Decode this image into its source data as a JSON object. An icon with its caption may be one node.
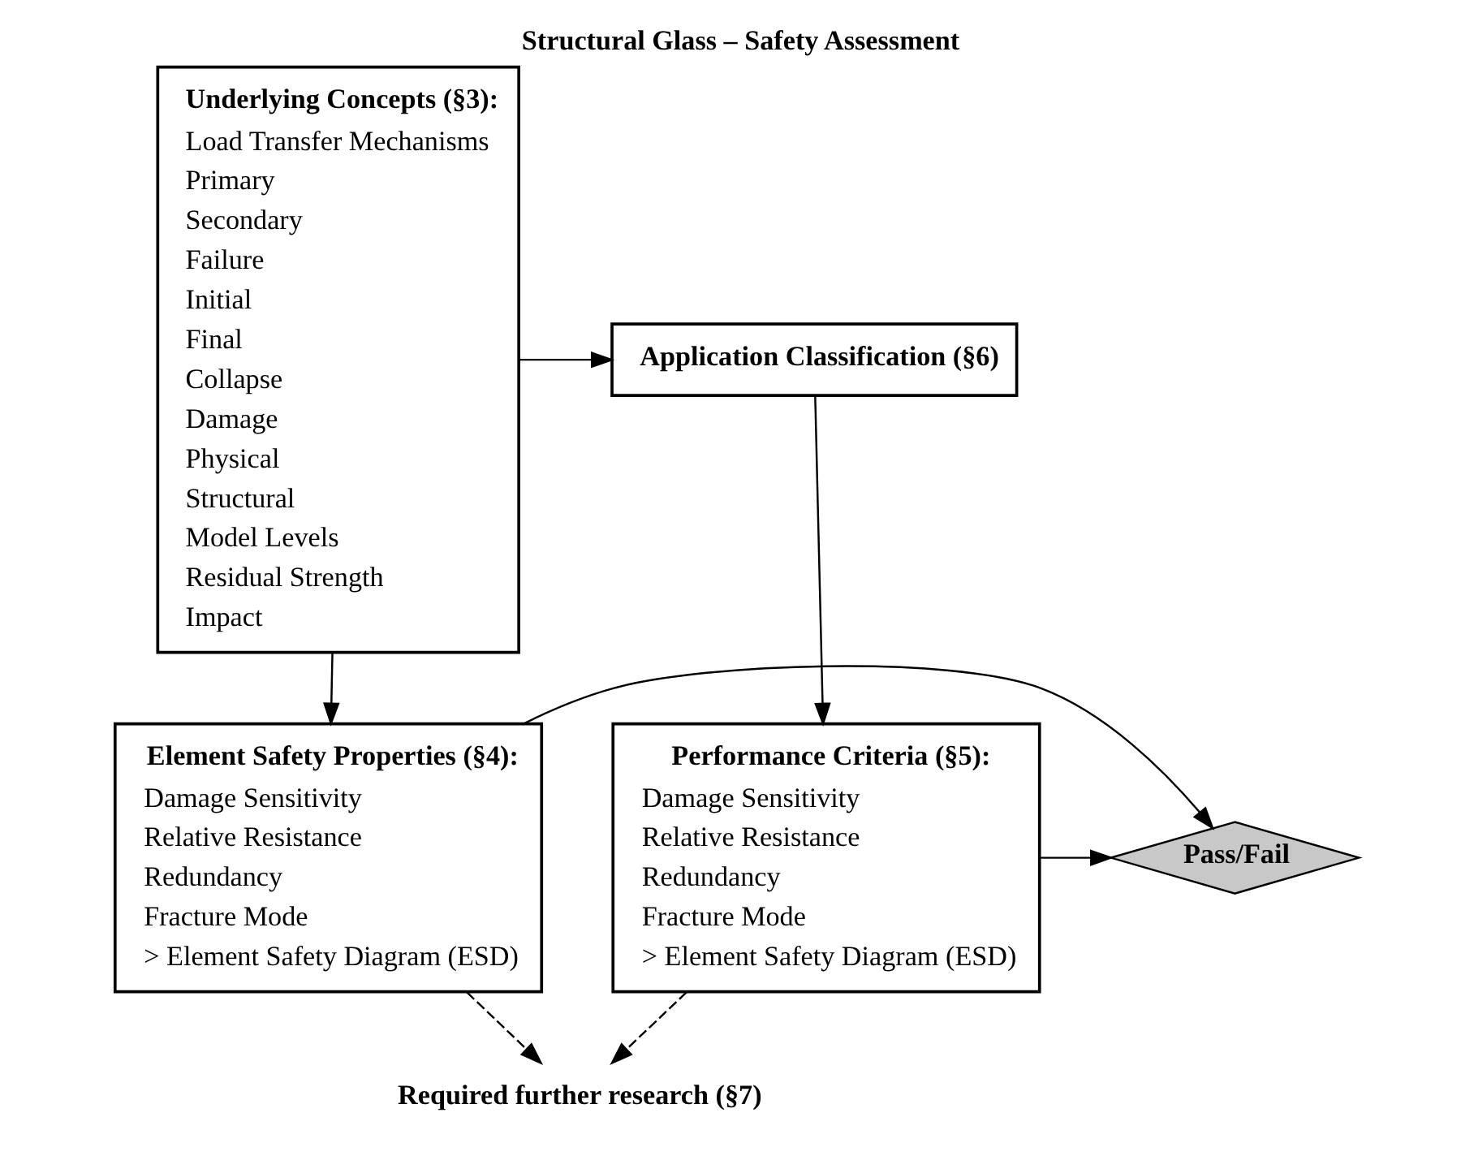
{
  "diagram": {
    "title": "Structural Glass – Safety Assessment",
    "nodes": [
      {
        "text": [
          "Underlying Concepts (§3):",
          "Load Transfer Mechanisms",
          "Primary",
          "Secondary",
          "Failure",
          "Initial",
          "Final",
          "Collapse",
          "Damage",
          "Physical",
          "Structural",
          "Model Levels",
          "Residual Strength",
          "Impact"
        ]
      },
      {
        "text": [
          "Application Classification (§6)"
        ]
      },
      {
        "text": [
          "Element Safety Properties (§4):",
          "Damage Sensitivity",
          "Relative Resistance",
          "Redundancy",
          "Fracture Mode",
          "> Element Safety Diagram (ESD)"
        ]
      },
      {
        "text": [
          "Pass/Fail"
        ]
      },
      {
        "text": [
          "Performance Criteria (§5):",
          "Damage Sensitivity",
          "Relative Resistance",
          "Redundancy",
          "Fracture Mode",
          "> Element Safety Diagram (ESD)"
        ]
      },
      {
        "text": [
          "Required further research (§7)"
        ]
      }
    ],
    "edges": [
      {
        "from": 0,
        "to": 2,
        "arrow": "to"
      },
      {
        "from": 0,
        "to": 1,
        "arrow": "to"
      },
      {
        "from": 1,
        "to": 4,
        "arrow": "to"
      },
      {
        "from": 2,
        "to": 3,
        "arrow": "to"
      },
      {
        "from": 4,
        "to": 3,
        "arrow": "to"
      },
      {
        "from": 2,
        "to": 5,
        "arrow": "to",
        "style": "dashed"
      },
      {
        "from": 4,
        "to": 5,
        "arrow": "to",
        "style": "dashed"
      }
    ]
  }
}
